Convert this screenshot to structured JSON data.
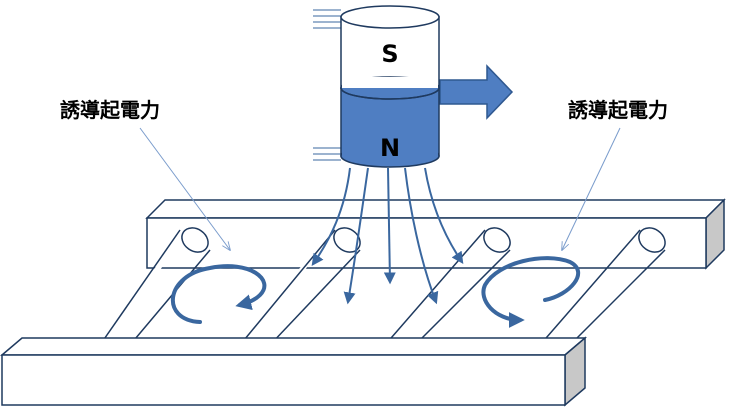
{
  "labels": {
    "emf_left": "誘導起電力",
    "emf_right": "誘導起電力"
  },
  "magnet": {
    "south_pole": "S",
    "north_pole": "N"
  },
  "colors": {
    "magnet_north": "#4f7ec2",
    "arrow_fill": "#4f7ec2",
    "field_lines": "#3a679f",
    "eddy_currents": "#3a679f",
    "outline": "#1f3a5f",
    "rail_side": "#c8c8c8"
  },
  "icons": [
    "motion-arrow-icon",
    "eddy-current-arrow-icon",
    "field-line-arrow-icon"
  ]
}
